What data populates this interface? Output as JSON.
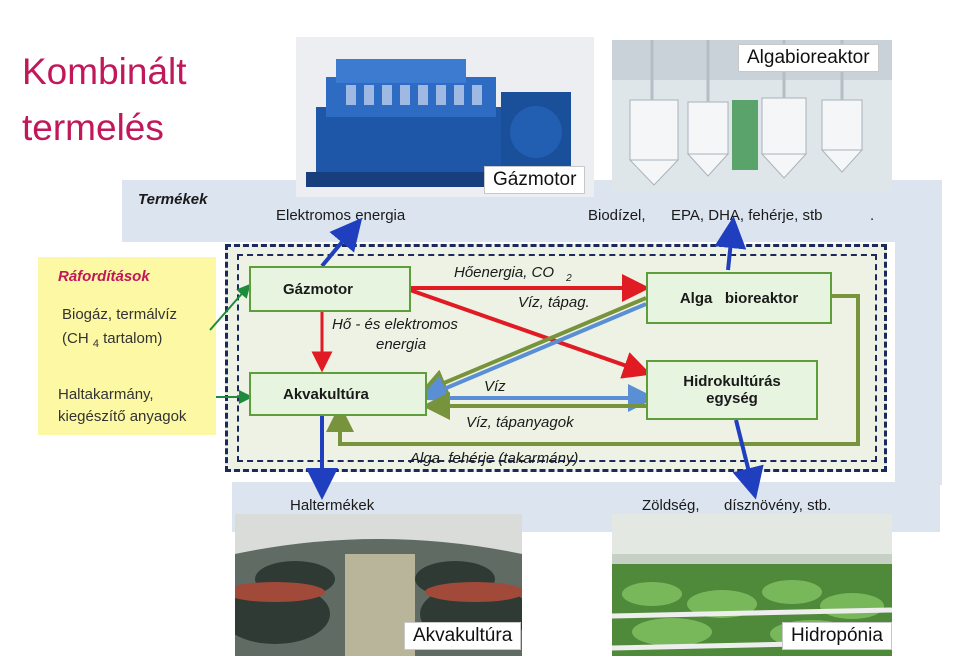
{
  "title": {
    "line1": "Kombinált",
    "line2": "termelés"
  },
  "products_band": {
    "label": "Termékek",
    "electric": "Elektromos energia",
    "biodiesel": "Biodízel,",
    "epa": "EPA, DHA, fehérje, stb",
    "dot": "."
  },
  "inputs": {
    "label": "Ráfordítások",
    "biogas_line1": "Biogáz, termálvíz",
    "biogas_line2_pre": "(CH",
    "biogas_sub": "4",
    "biogas_line2_post": "tartalom)",
    "feed_line1": "Haltakarmány,",
    "feed_line2": "kiegészítő anyagok"
  },
  "boxes": {
    "gazmotor": "Gázmotor",
    "akvakultura": "Akvakultúra",
    "alga_bioreaktor": "Alga   bioreaktor",
    "hidrokulturas_line1": "Hidrokultúrás",
    "hidrokulturas_line2": "egység"
  },
  "flows": {
    "ho_elektromos_line1": "Hő - és elektromos",
    "ho_elektromos_line2": "energia",
    "hoenergia": "Hőenergia, CO",
    "hoenergia_sub": "2",
    "viz_tapag": "Víz, tápag.",
    "viz": "Víz",
    "viz_tapanyagok": "Víz, tápanyagok",
    "alga_feherje": "Alga  fehérje (takarmány)"
  },
  "bottom_band": {
    "haltermekek": "Haltermékek",
    "zoldseg": "Zöldség,",
    "disznoveny": "dísznövény, stb."
  },
  "captions": {
    "gazmotor_photo": "Gázmotor",
    "algabioreaktor_photo": "Algabioreaktor",
    "akvakultura_photo": "Akvakultúra",
    "hidroponia_photo": "Hidropónia"
  },
  "colors": {
    "title": "#c0185a",
    "band": "#dbe4ef",
    "inputs_bg": "#fdf8a4",
    "box_border": "#5e9e3a",
    "arrow_blue": "#1f3fbf",
    "arrow_red": "#e01b24",
    "arrow_green": "#77943c",
    "arrow_lightblue": "#5a8fd6",
    "dashed_border": "#1a2a5c"
  },
  "icons": {
    "engine_photo": "blue-gas-engine-photo",
    "bioreactor_photo": "bioreactor-tanks-photo",
    "aquaculture_photo": "fish-tank-hall-photo",
    "hydroponics_photo": "hydroponic-greenhouse-photo"
  }
}
